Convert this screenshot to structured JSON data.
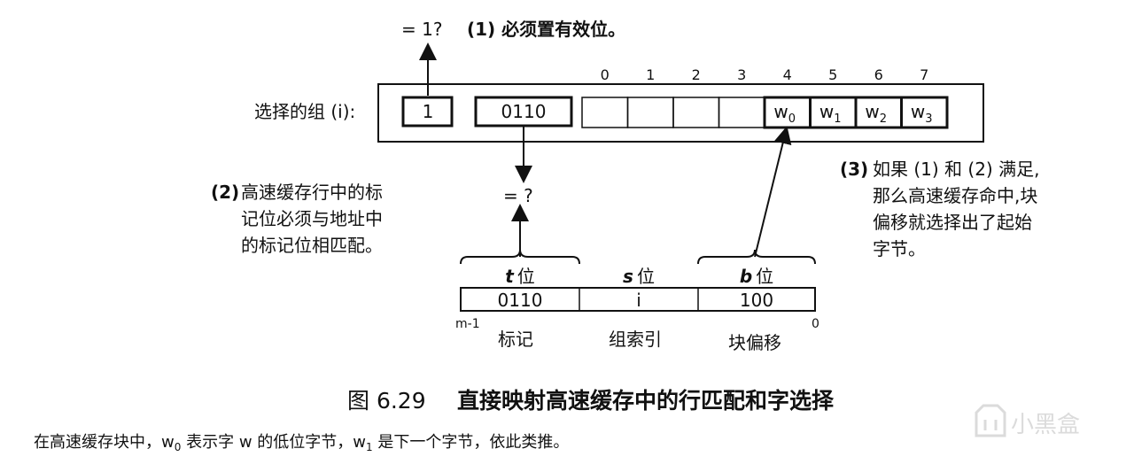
{
  "check_valid": {
    "eq_label": "= 1?",
    "note": "(1) 必须置有效位。"
  },
  "selected_set": {
    "label": "选择的组 (i):",
    "valid_value": "1",
    "tag_value": "0110",
    "block_indices": [
      "0",
      "1",
      "2",
      "3",
      "4",
      "5",
      "6",
      "7"
    ],
    "words": [
      {
        "base": "w",
        "sub": "0"
      },
      {
        "base": "w",
        "sub": "1"
      },
      {
        "base": "w",
        "sub": "2"
      },
      {
        "base": "w",
        "sub": "3"
      }
    ]
  },
  "tag_compare": {
    "eq_label": "= ?",
    "note_num": "(2)",
    "note_lines": [
      "高速缓存行中的标",
      "记位必须与地址中",
      "的标记位相匹配。"
    ]
  },
  "hit_note": {
    "num": "(3)",
    "lines": [
      "如果 (1) 和 (2) 满足,",
      "那么高速缓存命中,块",
      "偏移就选择出了起始",
      "字节。"
    ]
  },
  "address": {
    "fields": [
      {
        "head_letter": "t",
        "head_unit": "位",
        "value": "0110",
        "caption": "标记"
      },
      {
        "head_letter": "s",
        "head_unit": "位",
        "value": "i",
        "caption": "组索引"
      },
      {
        "head_letter": "b",
        "head_unit": "位",
        "value": "100",
        "caption": "块偏移"
      }
    ],
    "msb_label": "m-1",
    "lsb_label": "0"
  },
  "figure_caption": {
    "number": "图 6.29",
    "title": "直接映射高速缓存中的行匹配和字选择"
  },
  "footnote": {
    "part1": "在高速缓存块中，",
    "w0": "w",
    "w0_sub": "0",
    "part2": " 表示字 w 的低位字节，",
    "w1": "w",
    "w1_sub": "1",
    "part3": " 是下一个字节，依此类推。"
  },
  "watermark": {
    "text": "小黑盒"
  }
}
